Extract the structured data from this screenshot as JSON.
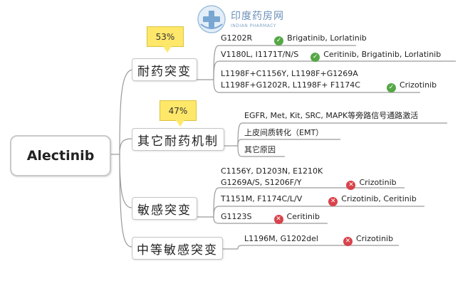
{
  "watermark": {
    "title": "印度药房网",
    "subtitle": "INDIAN PHARMACY",
    "color": "#6b8fb8"
  },
  "root": {
    "label": "Alectinib"
  },
  "branches": [
    {
      "label": "耐药突变",
      "callout": "53%",
      "rows": [
        {
          "mutations": [
            "G1202R"
          ],
          "status": "sensitive",
          "drugs": "Brigatinib, Lorlatinib"
        },
        {
          "mutations": [
            "V1180L, I1171T/N/S"
          ],
          "status": "sensitive",
          "drugs": "Ceritinib, Brigatinib, Lorlatinib"
        },
        {
          "mutations": [
            "L1198F+C1156Y, L1198F+G1269A",
            "L1198F+G1202R, L1198F+ F1174C"
          ],
          "status": "sensitive",
          "drugs": "Crizotinib"
        }
      ]
    },
    {
      "label": "其它耐药机制",
      "callout": "47%",
      "rows": [
        {
          "mutations": [
            "EGFR, Met, Kit, SRC, MAPK等旁路信号通路激活"
          ]
        },
        {
          "mutations": [
            "上皮间质转化（EMT）"
          ]
        },
        {
          "mutations": [
            "其它原因"
          ]
        }
      ]
    },
    {
      "label": "敏感突变",
      "rows": [
        {
          "mutations": [
            "C1156Y, D1203N, E1210K",
            "G1269A/S, S1206F/Y"
          ],
          "status": "resistant",
          "drugs": "Crizotinib"
        },
        {
          "mutations": [
            "T1151M, F1174C/L/V"
          ],
          "status": "resistant",
          "drugs": "Crizotinib, Ceritinib"
        },
        {
          "mutations": [
            "G1123S"
          ],
          "status": "resistant",
          "drugs": "Ceritinib"
        }
      ]
    },
    {
      "label": "中等敏感突变",
      "rows": [
        {
          "mutations": [
            "L1196M, G1202del"
          ],
          "status": "resistant",
          "drugs": "Crizotinib"
        }
      ]
    }
  ],
  "colors": {
    "sensitive": "#55a845",
    "resistant": "#d8424a",
    "callout": "#ffe76a",
    "line": "#9a9a9a"
  }
}
